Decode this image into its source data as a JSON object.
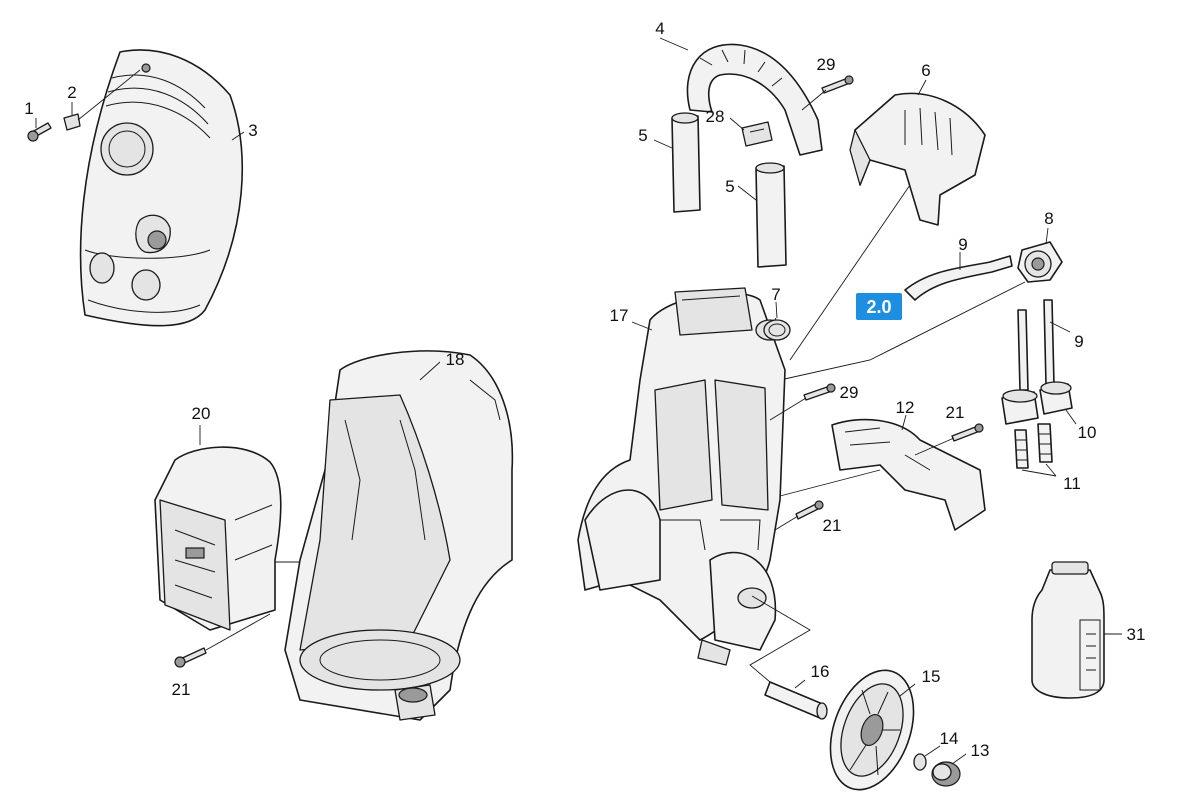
{
  "callouts": {
    "c1": "1",
    "c2": "2",
    "c3": "3",
    "c4": "4",
    "c5a": "5",
    "c5b": "5",
    "c6": "6",
    "c7": "7",
    "c8": "8",
    "c9a": "9",
    "c9b": "9",
    "c10": "10",
    "c11": "11",
    "c12": "12",
    "c13": "13",
    "c14": "14",
    "c15": "15",
    "c16": "16",
    "c17": "17",
    "c18": "18",
    "c20": "20",
    "c21a": "21",
    "c21b": "21",
    "c21c": "21",
    "c28": "28",
    "c29a": "29",
    "c29b": "29",
    "c31": "31"
  },
  "badge": {
    "label": "2.0",
    "color": "#1e8fe0"
  }
}
